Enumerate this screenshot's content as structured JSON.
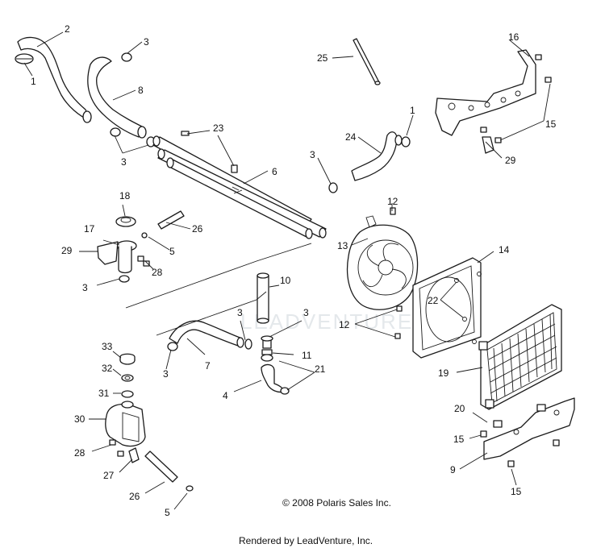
{
  "diagram": {
    "copyright": "© 2008 Polaris Sales Inc.",
    "rendered_by": "Rendered by LeadVenture, Inc.",
    "watermark": "LEADVENTURE",
    "callouts": {
      "c1a": "1",
      "c1b": "1",
      "c2": "2",
      "c3a": "3",
      "c3b": "3",
      "c3c": "3",
      "c3d": "3",
      "c3e": "3",
      "c3f": "3",
      "c3g": "3",
      "c4": "4",
      "c5a": "5",
      "c5b": "5",
      "c6": "6",
      "c7": "7",
      "c8": "8",
      "c9": "9",
      "c10": "10",
      "c11": "11",
      "c12a": "12",
      "c12b": "12",
      "c13": "13",
      "c14": "14",
      "c15a": "15",
      "c15b": "15",
      "c15c": "15",
      "c16": "16",
      "c17": "17",
      "c18": "18",
      "c19": "19",
      "c20": "20",
      "c21": "21",
      "c22": "22",
      "c23": "23",
      "c24": "24",
      "c25": "25",
      "c26a": "26",
      "c26b": "26",
      "c27": "27",
      "c28a": "28",
      "c28b": "28",
      "c29a": "29",
      "c29b": "29",
      "c30": "30",
      "c31": "31",
      "c32": "32",
      "c33": "33"
    }
  }
}
